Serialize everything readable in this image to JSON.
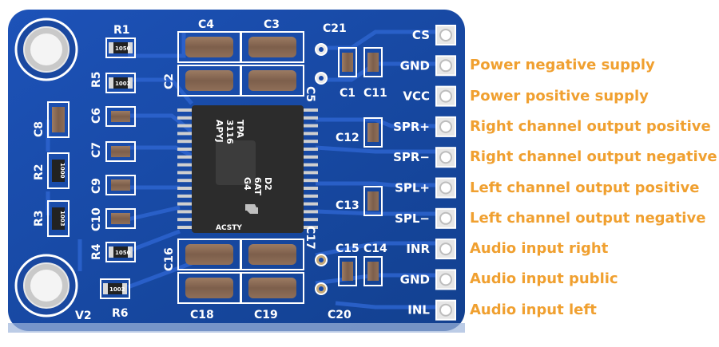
{
  "board": {
    "chip_markings": [
      "TPA",
      "3116",
      "APYJ",
      "D2",
      "6AT",
      "G4"
    ],
    "chip_brand_icon": "ti-logo-icon",
    "chip_bottom_text": "ACSTY",
    "component_labels": {
      "r1": "R1",
      "r5": "R5",
      "c6": "C6",
      "c8": "C8",
      "c7": "C7",
      "r2": "R2",
      "c9": "C9",
      "r3": "R3",
      "c10": "C10",
      "r4": "R4",
      "r6": "R6",
      "v2": "V2",
      "c4": "C4",
      "c3": "C3",
      "c2": "C2",
      "c21": "C21",
      "c5": "C5",
      "c1": "C1",
      "c11": "C11",
      "c12": "C12",
      "c13": "C13",
      "c16": "C16",
      "c17": "C17",
      "c15": "C15",
      "c14": "C14",
      "c18": "C18",
      "c19": "C19",
      "c20": "C20"
    },
    "resistor_codes": {
      "r1": "1050",
      "r5": "1002",
      "r2": "1000",
      "r3": "1003",
      "r4": "1050",
      "r6": "1002"
    }
  },
  "pins": [
    {
      "label": "CS",
      "description": ""
    },
    {
      "label": "GND",
      "description": "Power negative supply"
    },
    {
      "label": "VCC",
      "description": "Power positive supply"
    },
    {
      "label": "SPR+",
      "description": "Right channel output positive"
    },
    {
      "label": "SPR−",
      "description": "Right channel output negative"
    },
    {
      "label": "SPL+",
      "description": "Left channel output positive"
    },
    {
      "label": "SPL−",
      "description": "Left channel output negative"
    },
    {
      "label": "INR",
      "description": "Audio input right"
    },
    {
      "label": "GND",
      "description": "Audio input public"
    },
    {
      "label": "INL",
      "description": "Audio input left"
    }
  ],
  "colors": {
    "pcb": "#1747a8",
    "pcb_dark": "#0f3580",
    "trace": "#2a5cc4",
    "silkscreen": "#ffffff",
    "pad": "#d9d9d9",
    "capacitor": "#8a6a55",
    "chip": "#2a2a2a",
    "description_text": "#f0a030"
  }
}
